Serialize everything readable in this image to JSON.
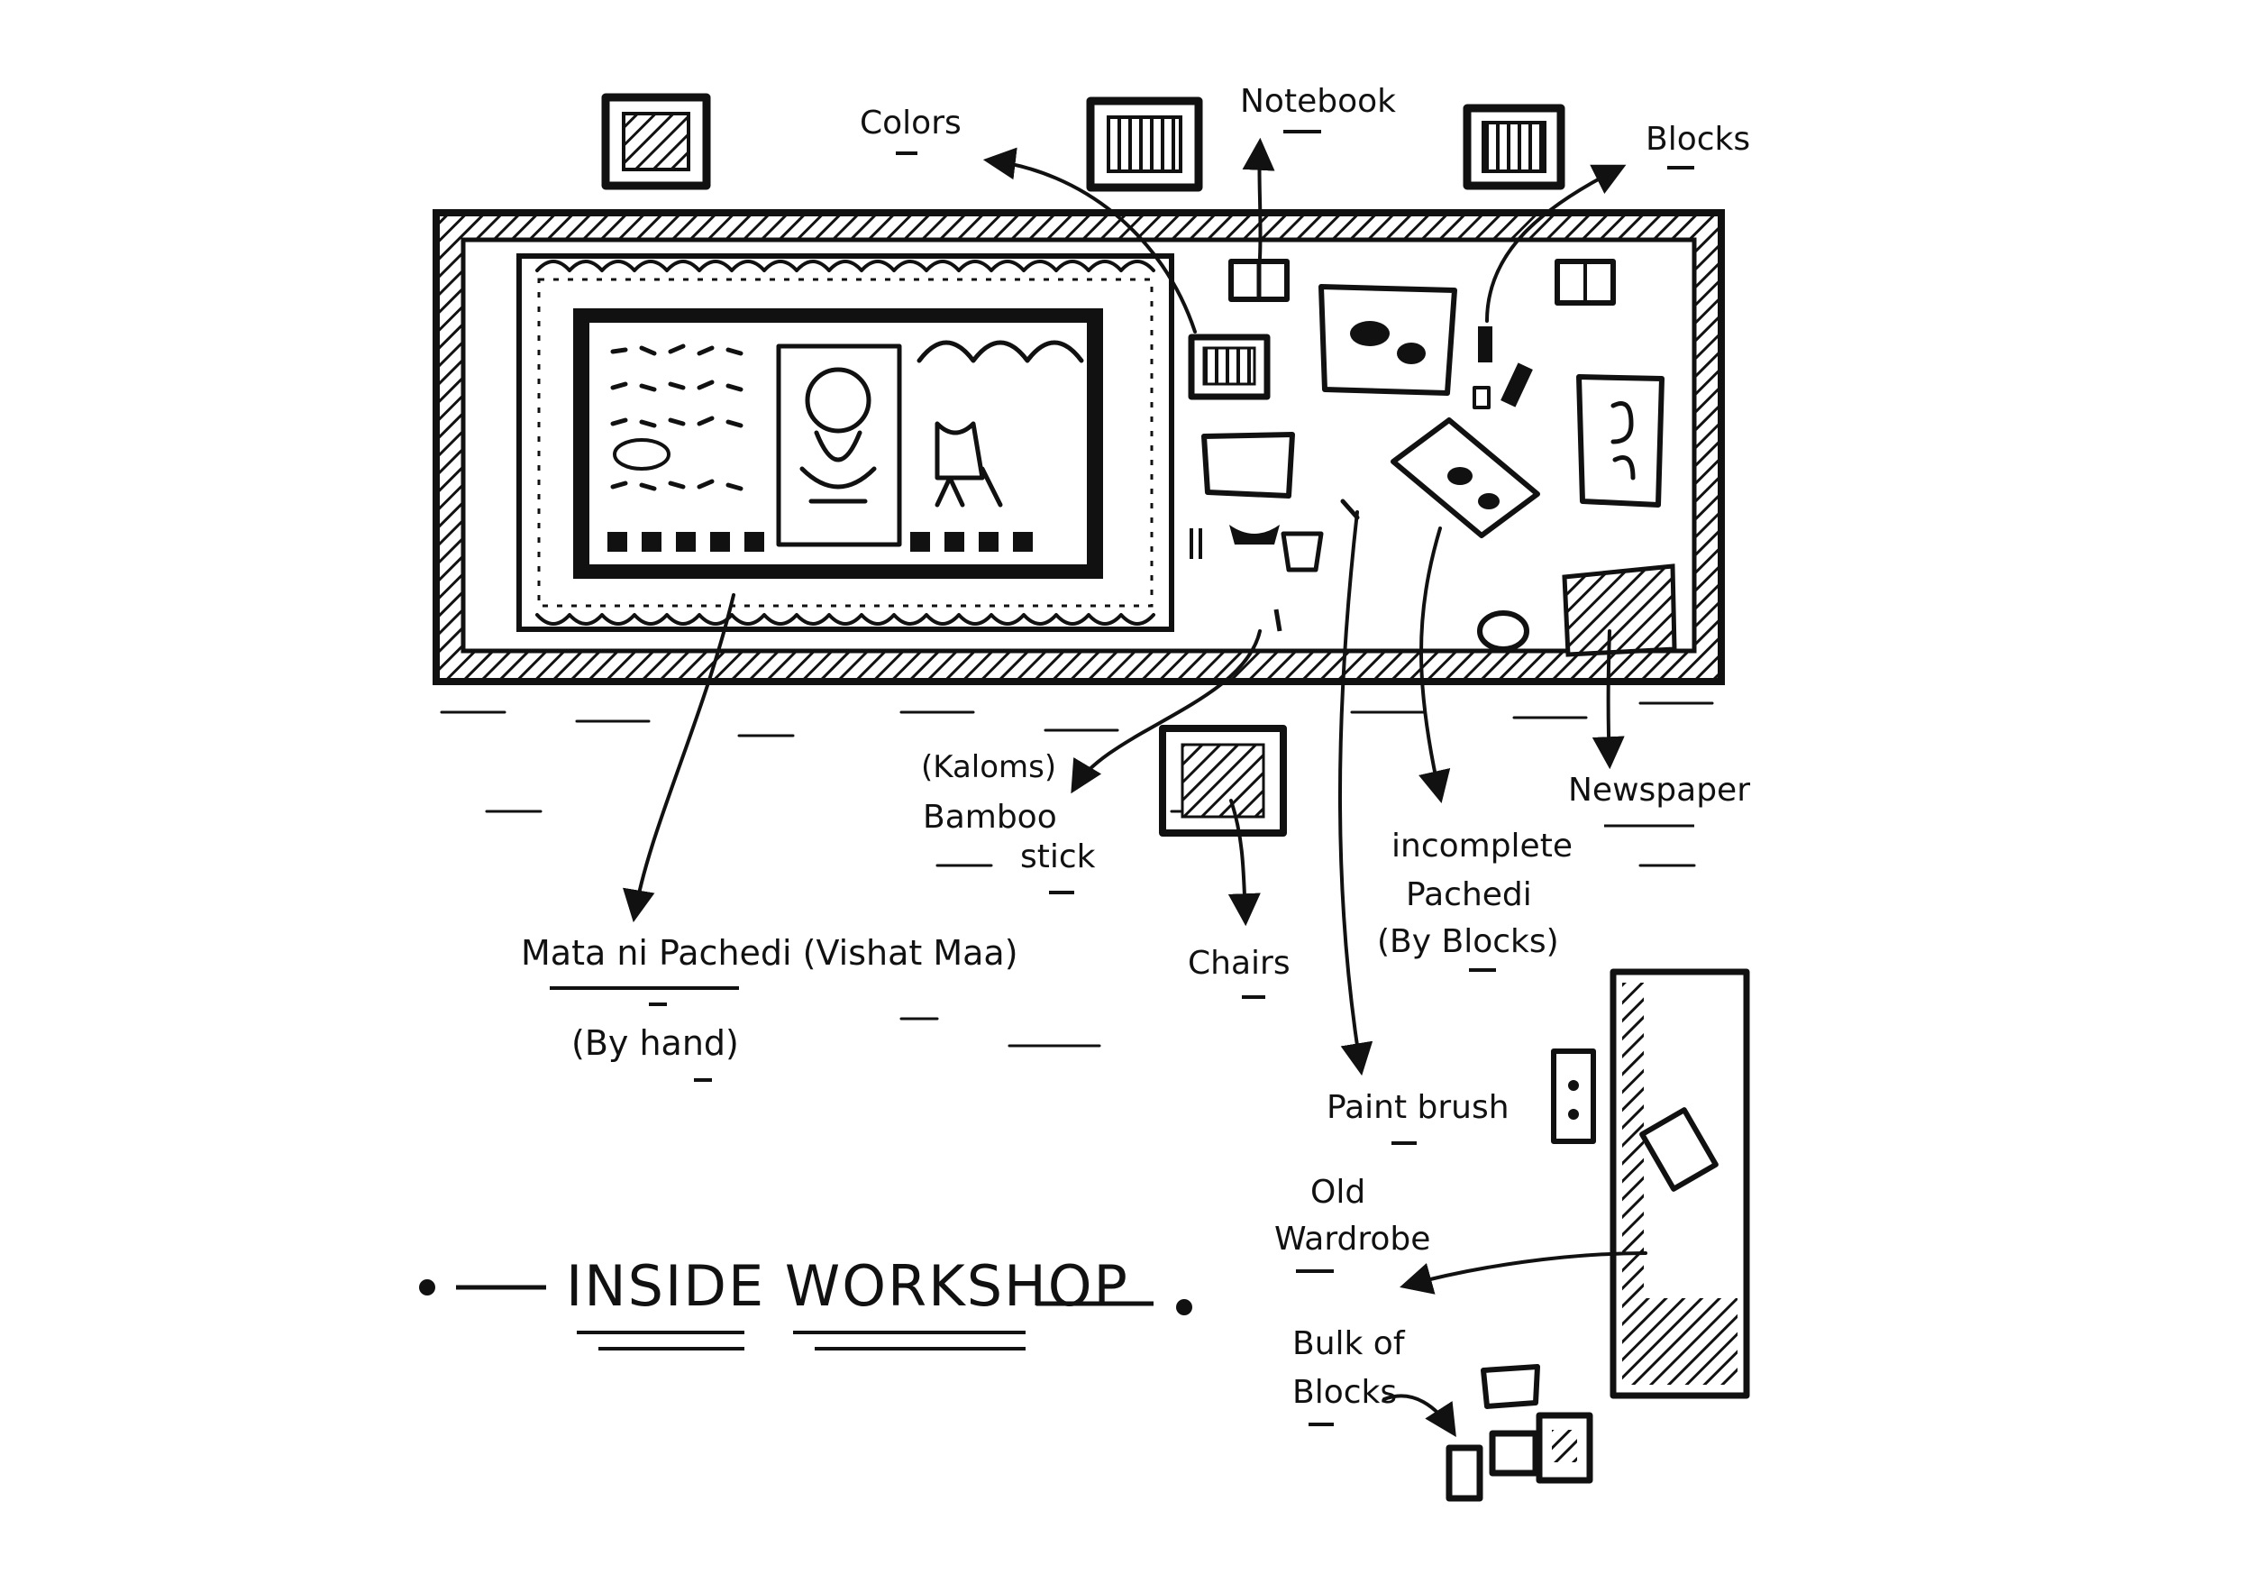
{
  "title": "INSIDE WORKSHOP",
  "labels": {
    "colors": "Colors",
    "notebook": "Notebook",
    "blocks": "Blocks",
    "kaloms": "(Kaloms)",
    "bamboo": "Bamboo",
    "stick": "stick",
    "newspaper": "Newspaper",
    "incomplete": "incomplete",
    "pachedi": "Pachedi",
    "by_blocks": "(By Blocks)",
    "mata_main": "Mata ni Pachedi (Vishat Maa)",
    "by_hand": "(By hand)",
    "chairs": "Chairs",
    "paint_brush": "Paint brush",
    "old": "Old",
    "wardrobe": "Wardrobe",
    "bulk_of": "Bulk of",
    "bulk_blocks": "Blocks"
  },
  "colors": {
    "ink": "#111111",
    "paper": "#ffffff"
  }
}
